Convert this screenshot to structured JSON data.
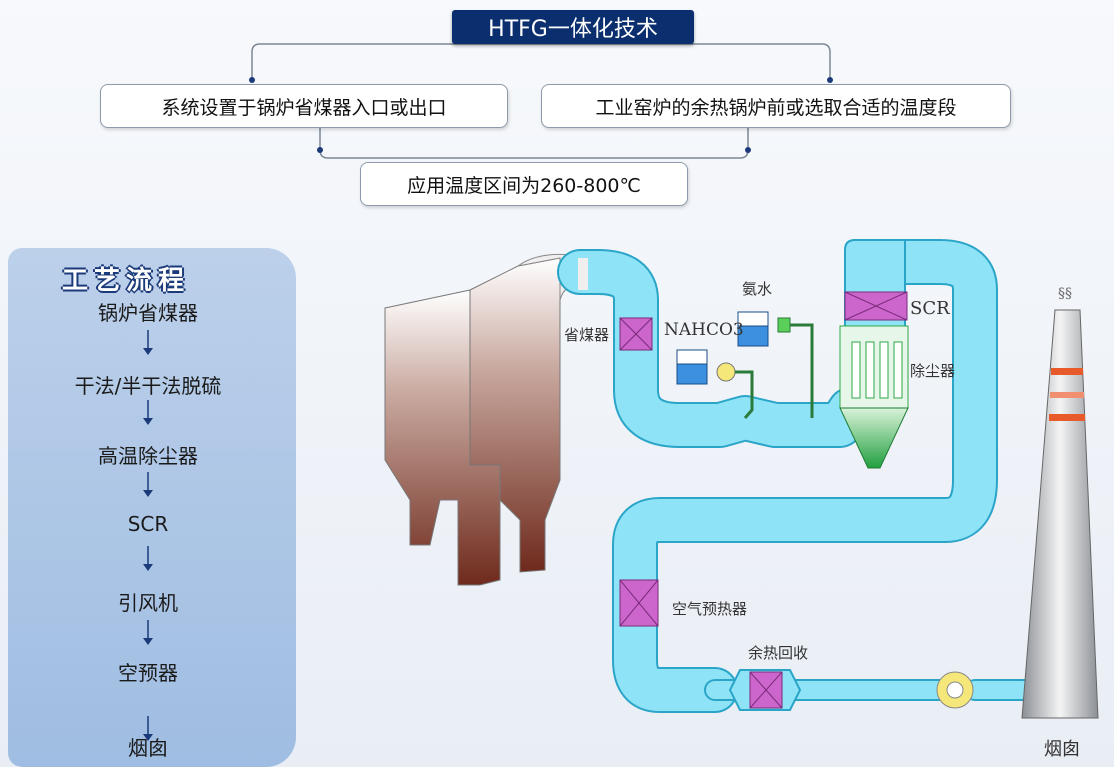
{
  "header": {
    "title": "HTFG一体化技术",
    "left_box": "系统设置于锅炉省煤器入口或出口",
    "right_box": "工业窑炉的余热锅炉前或选取合适的温度段",
    "bottom_box": "应用温度区间为260-800℃"
  },
  "process_panel": {
    "title": "工艺流程",
    "steps": [
      "锅炉省煤器",
      "干法/半干法脱硫",
      "高温除尘器",
      "SCR",
      "引风机",
      "空预器",
      "烟囱"
    ]
  },
  "diagram": {
    "labels": {
      "economizer": "省煤器",
      "nahco3": "NAHCO3",
      "ammonia": "氨水",
      "scr": "SCR",
      "dust_collector": "除尘器",
      "air_preheater": "空气预热器",
      "heat_recovery": "余热回收",
      "chimney": "烟囱",
      "smoke": "§§"
    },
    "colors": {
      "duct": "#8fe3f7",
      "duct_stroke": "#2aa5c8",
      "boiler": "#7a3a2a",
      "catalyst": "#cc66cc",
      "dust_hopper": "#2fa84a",
      "tank": "#3d8fe0",
      "fan": "#f5e77a"
    }
  }
}
